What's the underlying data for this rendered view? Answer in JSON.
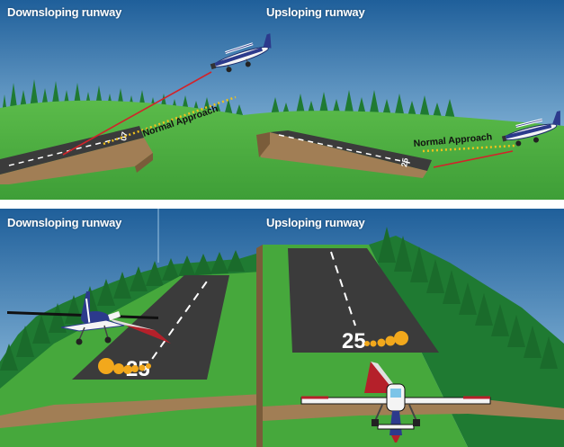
{
  "top_panel": {
    "left_title": "Downsloping runway",
    "right_title": "Upsloping runway",
    "left_approach_label": "Normal Approach",
    "right_approach_label": "Normal Approach",
    "left_runway_number": "07",
    "right_runway_number": "25"
  },
  "bottom_panel": {
    "left_title": "Downsloping runway",
    "right_title": "Upsloping runway",
    "left_runway_number": "25",
    "right_runway_number": "25"
  },
  "colors": {
    "sky_top": "#1f5f9a",
    "sky_bottom": "#a9d3ee",
    "grass": "#46a83c",
    "tree": "#1f7a32",
    "runway": "#3b3b3b",
    "dirt": "#a17e55",
    "approach_line_red": "#d2232a",
    "normal_approach_dots": "#f2c21c",
    "aircraft_blue": "#2c3a8c",
    "aircraft_red": "#b5202a"
  }
}
